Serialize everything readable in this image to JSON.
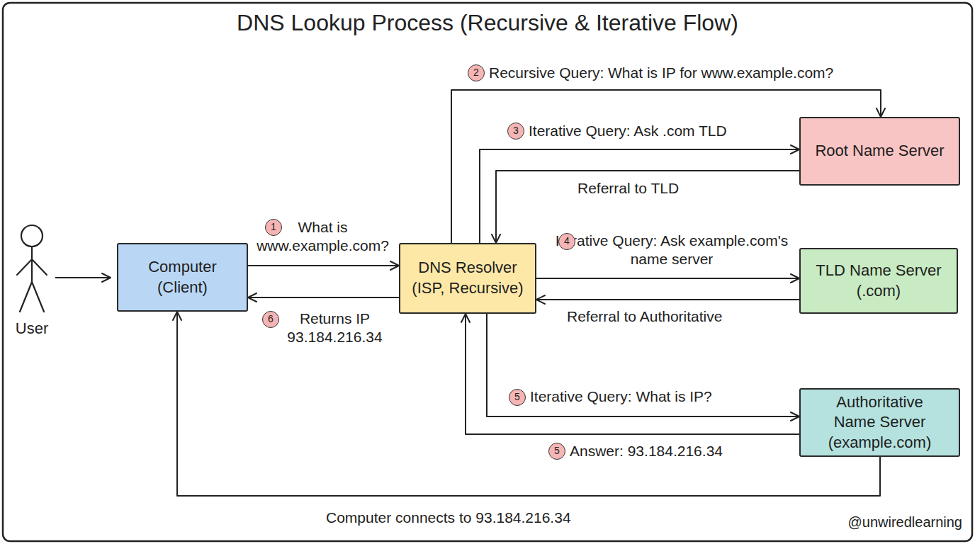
{
  "diagram": {
    "title": "DNS Lookup Process (Recursive & Iterative Flow)",
    "nodes": [
      {
        "text": [
          "Computer (Client)"
        ]
      },
      {
        "text": [
          "DNS Resolver (ISP, Recursive)"
        ]
      },
      {
        "text": [
          "Root Name Server"
        ]
      },
      {
        "text": [
          "TLD Name Server (.com)"
        ]
      },
      {
        "text": [
          "Authoritative Name Server (example.com)"
        ]
      }
    ],
    "edges": [
      {
        "from": 0,
        "to": 1,
        "label": "What is www.example.com?",
        "arrow": "to"
      },
      {
        "from": 1,
        "to": 0,
        "label": "Returns IP 93.184.216.34",
        "arrow": "to"
      },
      {
        "from": 1,
        "to": 2,
        "label": "Recursive Query: What is IP for www.example.com?",
        "arrow": "to"
      },
      {
        "from": 1,
        "to": 2,
        "label": "Iterative Query: Ask .com TLD",
        "arrow": "to"
      },
      {
        "from": 2,
        "to": 1,
        "label": "Referral to TLD",
        "arrow": "to"
      },
      {
        "from": 1,
        "to": 3,
        "label": "Iterative Query: Ask example.com's name server",
        "arrow": "to"
      },
      {
        "from": 3,
        "to": 1,
        "label": "Referral to Authoritative",
        "arrow": "to"
      },
      {
        "from": 1,
        "to": 4,
        "label": "Iterative Query: What is IP?",
        "arrow": "to"
      },
      {
        "from": 4,
        "to": 1,
        "label": "Answer: 93.184.216.34",
        "arrow": "to"
      },
      {
        "from": 4,
        "to": 0,
        "label": "Computer connects to 93.184.216.34",
        "arrow": "to"
      }
    ],
    "labels": [
      "2",
      "3",
      "User",
      "1",
      "4",
      "6",
      "5",
      "5",
      "@unwiredlearning"
    ]
  }
}
